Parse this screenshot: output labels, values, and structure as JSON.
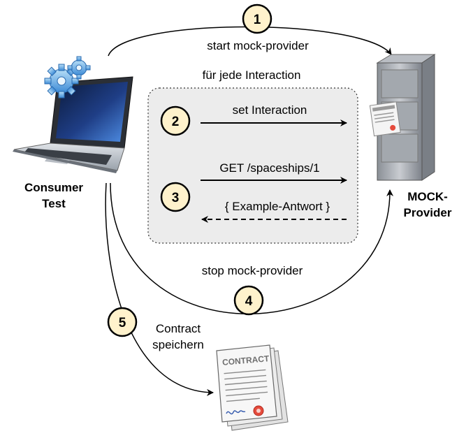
{
  "actors": {
    "consumer": {
      "line1": "Consumer",
      "line2": "Test"
    },
    "provider": {
      "line1": "MOCK-",
      "line2": "Provider"
    }
  },
  "documents": {
    "contract_label": "CONTRACT"
  },
  "group": {
    "label": "für jede Interaction"
  },
  "steps": [
    {
      "number": "1",
      "label": "start mock-provider"
    },
    {
      "number": "2",
      "label": "set Interaction"
    },
    {
      "number": "3",
      "request": "GET /spaceships/1",
      "response": "{ Example-Antwort }"
    },
    {
      "number": "4",
      "label": "stop mock-provider"
    },
    {
      "number": "5",
      "label_line1": "Contract",
      "label_line2": "speichern"
    }
  ],
  "colors": {
    "badge_fill": "#fff2cc",
    "badge_stroke": "#000000",
    "group_fill": "#ececec",
    "group_stroke": "#333333"
  }
}
